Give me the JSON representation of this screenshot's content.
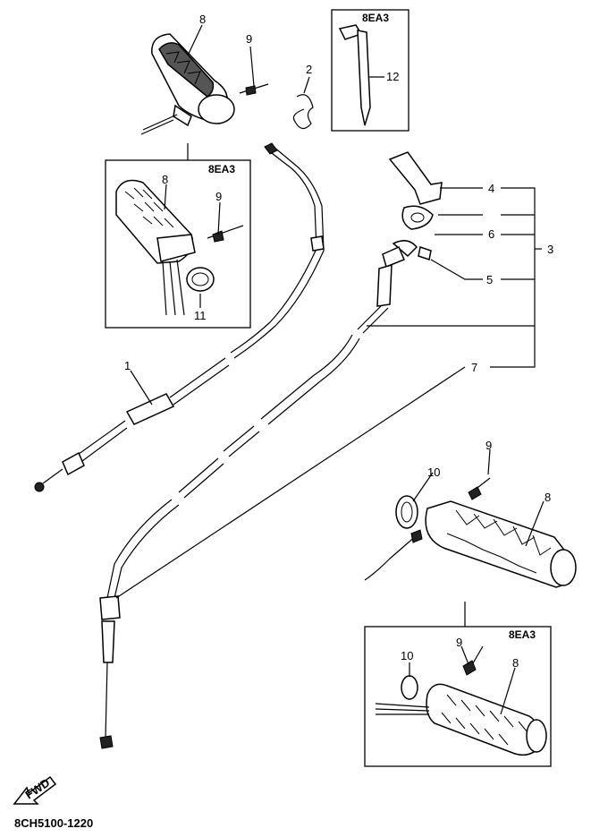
{
  "callouts": {
    "c1": "1",
    "c2": "2",
    "c3": "3",
    "c4": "4",
    "c5": "5",
    "c6": "6",
    "c7": "7",
    "c8_top": "8",
    "c9_top": "9",
    "c8_box1": "8",
    "c9_box1": "9",
    "c11": "11",
    "c12": "12",
    "c8_right": "8",
    "c9_right": "9",
    "c10_right": "10",
    "c8_box2": "8",
    "c9_box2": "9",
    "c10_box2": "10"
  },
  "variant_boxes": {
    "box_top_right": "8EA3",
    "box_left": "8EA3",
    "box_bottom_right": "8EA3"
  },
  "fwd_label": "FWD",
  "diagram_code": "8CH5100-1220"
}
